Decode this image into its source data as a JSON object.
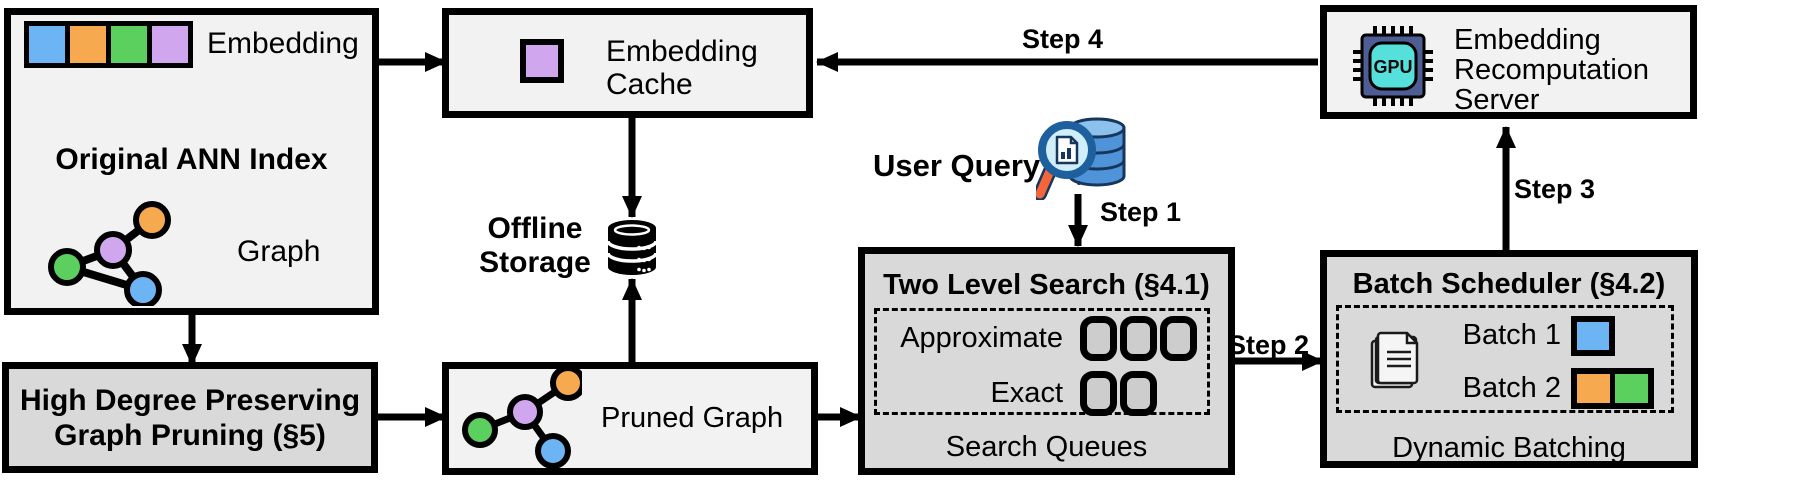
{
  "colors": {
    "light_box": "#f2f2f2",
    "dark_box": "#d9d9d9",
    "queue_slot": "#cdcdcd",
    "node_blue": "#6db4f5",
    "node_orange": "#f6a94f",
    "node_green": "#5bd05f",
    "node_purple": "#d0a7ef",
    "chip_body": "#4e5d94",
    "chip_screen": "#55e0dc",
    "db_blue": "#4f93d8",
    "db_blue_light": "#8cc1ee",
    "db_outline": "#16365c",
    "lens_fill": "#cfeef9",
    "handle_orange": "#f4663a"
  },
  "ann": {
    "title": "Original ANN Index",
    "embedding_label": "Embedding",
    "graph_label": "Graph"
  },
  "cache": {
    "line1": "Embedding",
    "line2": "Cache"
  },
  "server": {
    "line1": "Embedding",
    "line2": "Recomputation",
    "line3": "Server",
    "chip": "GPU"
  },
  "storage": {
    "line1": "Offline",
    "line2": "Storage"
  },
  "query": {
    "label": "User Query"
  },
  "steps": {
    "s1": "Step 1",
    "s2": "Step 2",
    "s3": "Step 3",
    "s4": "Step 4"
  },
  "two_level": {
    "title": "Two Level Search (§4.1)",
    "row1_label": "Approximate",
    "row2_label": "Exact",
    "row1_slots": 3,
    "row2_slots": 2,
    "footer": "Search Queues"
  },
  "batch": {
    "title": "Batch Scheduler (§4.2)",
    "row1_label": "Batch 1",
    "row2_label": "Batch 2",
    "batch1_colors": [
      "blue"
    ],
    "batch2_colors": [
      "orange",
      "green"
    ],
    "footer": "Dynamic Batching"
  },
  "pruning": {
    "line1": "High Degree Preserving",
    "line2": "Graph Pruning (§5)"
  },
  "pruned": {
    "label": "Pruned Graph"
  }
}
